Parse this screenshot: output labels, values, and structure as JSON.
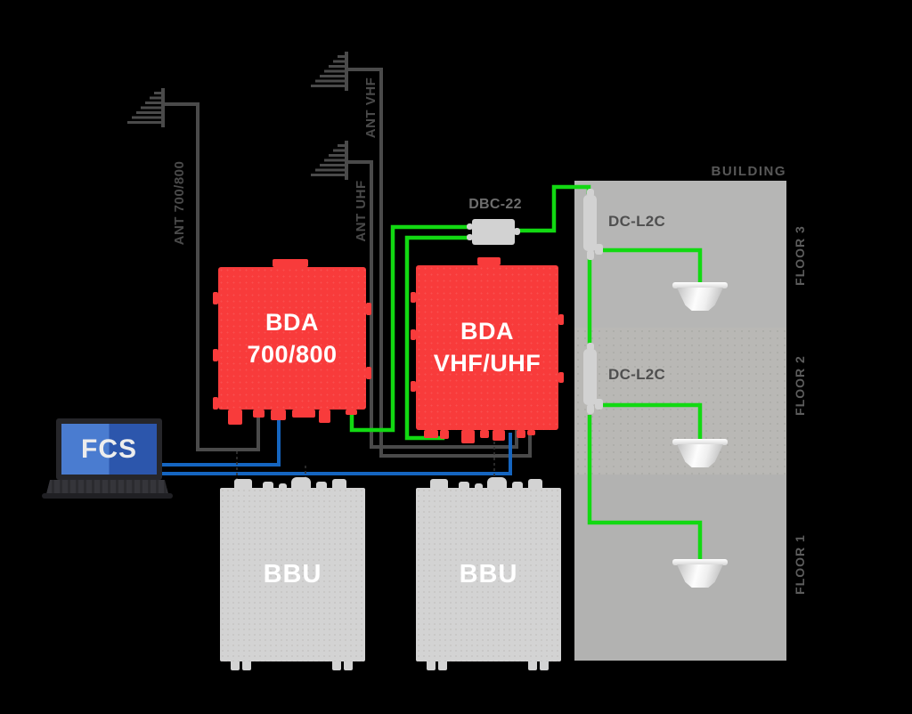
{
  "colors": {
    "background": "#000000",
    "bda_red": "#f83b3b",
    "unit_grey": "#d3d3d3",
    "building_grey": "#b5b5b5",
    "cable_grey": "#4a4a4a",
    "rf_path_green": "#12d912",
    "control_blue": "#1565c0",
    "laptop_screen_blue": "#4a7cd0"
  },
  "antennas": [
    {
      "id": "ant-700-800",
      "label": "ANT 700/800"
    },
    {
      "id": "ant-vhf",
      "label": "ANT VHF"
    },
    {
      "id": "ant-uhf",
      "label": "ANT UHF"
    }
  ],
  "bda_units": [
    {
      "line1": "BDA",
      "line2": "700/800"
    },
    {
      "line1": "BDA",
      "line2": "VHF/UHF"
    }
  ],
  "combiner": {
    "label": "DBC-22"
  },
  "couplers": [
    {
      "label": "DC-L2C"
    },
    {
      "label": "DC-L2C"
    }
  ],
  "building": {
    "label": "BUILDING",
    "floors": [
      {
        "label": "FLOOR 3"
      },
      {
        "label": "FLOOR 2"
      },
      {
        "label": "FLOOR 1"
      }
    ]
  },
  "bbu_units": [
    {
      "label": "BBU"
    },
    {
      "label": "BBU"
    }
  ],
  "laptop": {
    "label": "FCS"
  }
}
